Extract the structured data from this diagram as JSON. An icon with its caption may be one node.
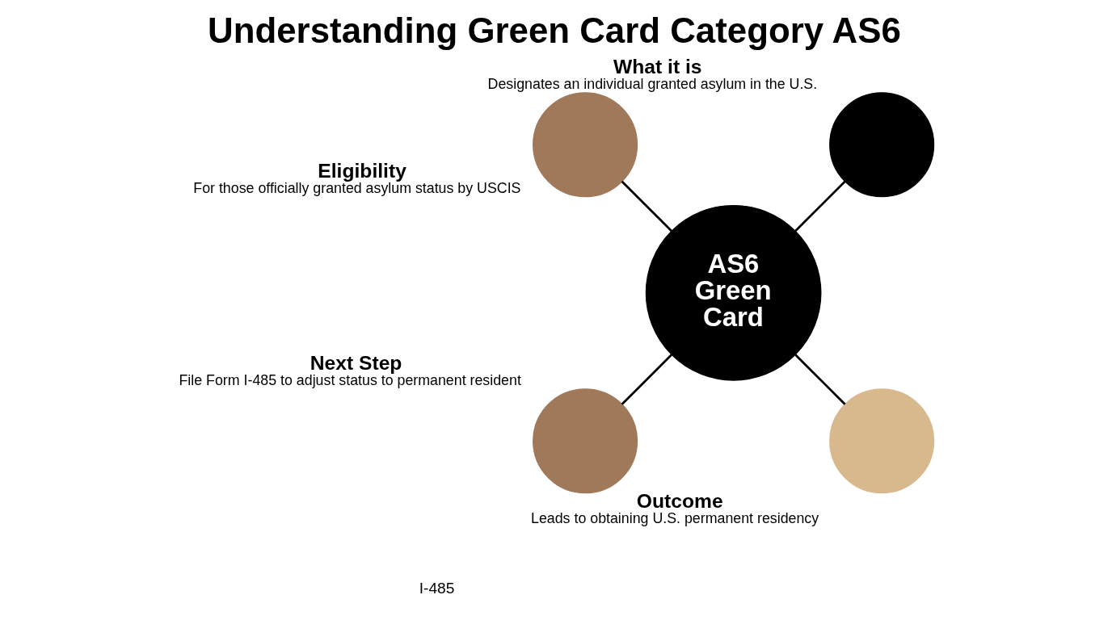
{
  "diagram": {
    "title": "Understanding Green Card Category AS6",
    "nodes": [
      {
        "text": [
          "AS6 Green Card"
        ]
      },
      {
        "text": [],
        "shape": "circle",
        "beside": [
          "What it is",
          "Designates an individual granted asylum in the U.S."
        ]
      },
      {
        "text": [],
        "shape": "circle",
        "beside": [
          "Eligibility",
          "For those officially granted asylum status by USCIS"
        ]
      },
      {
        "text": [],
        "shape": "circle",
        "beside": [
          "Next Step",
          "File Form I-485 to adjust status to permanent resident"
        ]
      },
      {
        "text": [],
        "shape": "circle",
        "beside": [
          "Outcome",
          "Leads to obtaining U.S. permanent residency"
        ]
      }
    ],
    "edges": [
      {
        "from": 0,
        "to": 1,
        "arrow": "none"
      },
      {
        "from": 0,
        "to": 2,
        "arrow": "none"
      },
      {
        "from": 0,
        "to": 3,
        "arrow": "none"
      },
      {
        "from": 0,
        "to": 4,
        "arrow": "none"
      }
    ],
    "labels": [
      "I-485"
    ]
  }
}
